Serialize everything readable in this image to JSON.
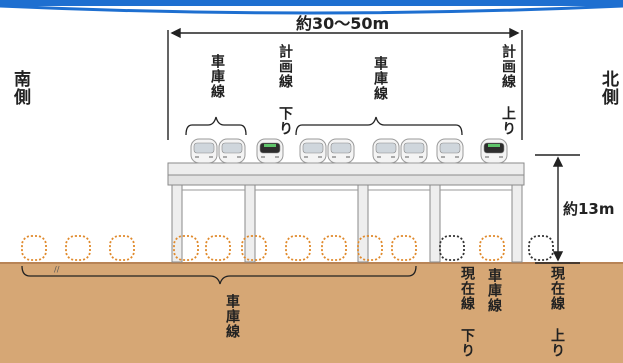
{
  "labels": {
    "south": "南側",
    "north": "北側",
    "width": "約30〜50m",
    "height": "約13m",
    "depot_upper_left": "車庫線",
    "depot_upper_right": "車庫線",
    "planned_down": "計画線 下り",
    "planned_up": "計画線 上り",
    "depot_ground": "車庫線",
    "depot_existing": "車庫線",
    "existing_down": "現在線 下り",
    "existing_up": "現在線 上り"
  },
  "colors": {
    "banner": "#1e6fd0",
    "ground": "#d6a775",
    "ground_dark": "#c8935e",
    "viaduct": "#e9e9e9",
    "viaduct_line": "#8a8a8a",
    "car_orange": "#e08a2c",
    "car_dark": "#333333",
    "arrow": "#222222"
  },
  "icons": [
    "train-front-icon",
    "train-outline-icon"
  ]
}
